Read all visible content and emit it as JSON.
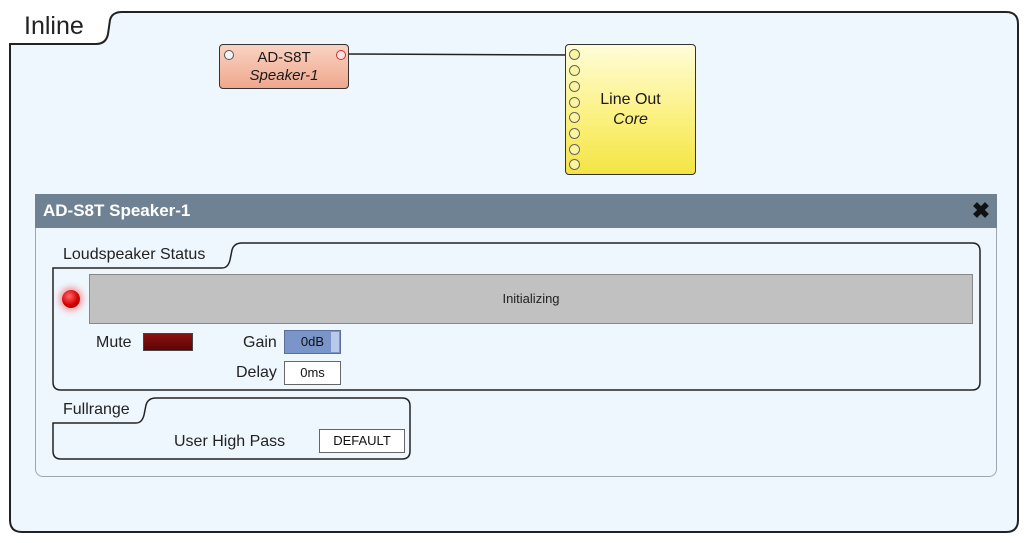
{
  "schematic": {
    "tab_title": "Inline",
    "speaker_block": {
      "title": "AD-S8T",
      "subtitle": "Speaker-1"
    },
    "core_block": {
      "title": "Line Out",
      "subtitle": "Core"
    }
  },
  "panel": {
    "title": "AD-S8T Speaker-1",
    "close_icon": "close-icon",
    "loudspeaker_status": {
      "group_label": "Loudspeaker Status",
      "status_text": "Initializing",
      "led_color": "#e00000",
      "mute_label": "Mute",
      "gain_label": "Gain",
      "gain_value": "0dB",
      "delay_label": "Delay",
      "delay_value": "0ms"
    },
    "fullrange": {
      "group_label": "Fullrange",
      "user_high_pass_label": "User High Pass",
      "user_high_pass_value": "DEFAULT"
    }
  },
  "colors": {
    "canvas_bg": "#eef6fe",
    "panel_header": "#6f8294",
    "speaker_block": "#eea78d",
    "core_block": "#fbf07a"
  }
}
